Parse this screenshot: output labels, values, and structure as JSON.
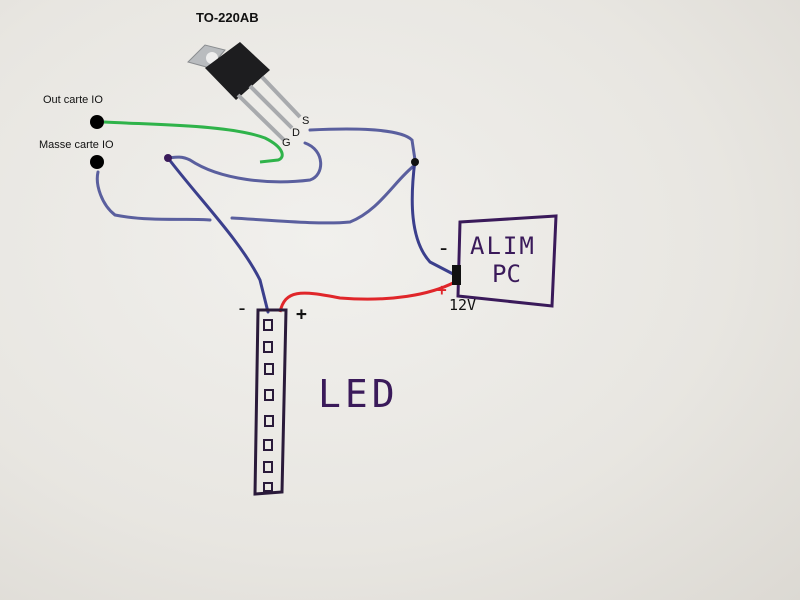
{
  "component": {
    "title": "TO-220AB",
    "pin_s": "S",
    "pin_d": "D",
    "pin_g": "G"
  },
  "io": {
    "out_label": "Out carte IO",
    "ground_label": "Masse carte IO"
  },
  "psu": {
    "line1": "ALIM",
    "line2": "PC",
    "minus": "-",
    "plus": "+",
    "voltage": "12V"
  },
  "led": {
    "label": "LED",
    "minus": "-",
    "plus": "+"
  },
  "colors": {
    "wire_blue": "#5a5f9e",
    "wire_green": "#2fb34a",
    "wire_red": "#e0262a",
    "ink": "#3a1a5a"
  }
}
